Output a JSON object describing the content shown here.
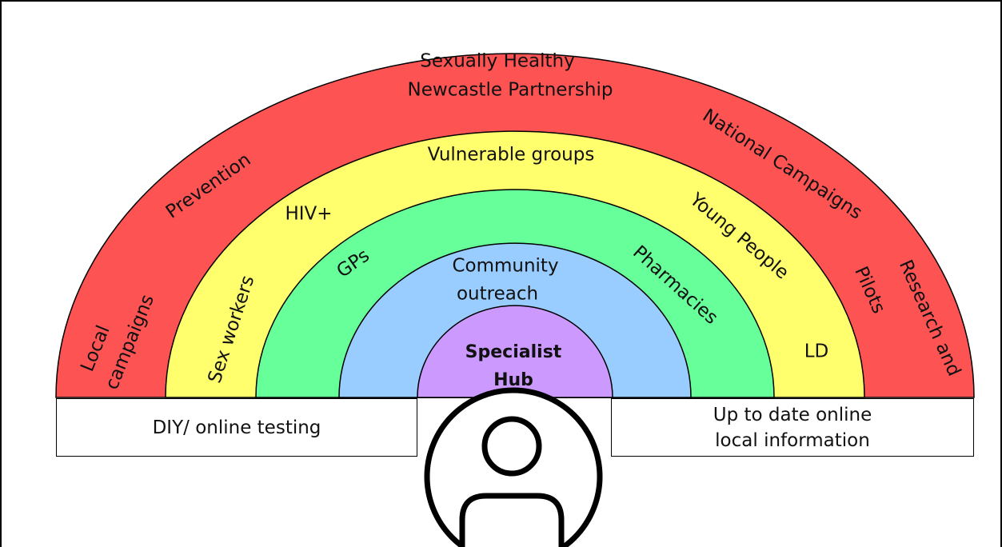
{
  "colors": {
    "outer_band": "#fd5353",
    "second_band": "#ffff6e",
    "third_band": "#66ff9a",
    "fourth_band": "#99ccff",
    "center": "#cc99ff",
    "outline": "#000000"
  },
  "rings": {
    "outer": {
      "title_line1": "Sexually Healthy",
      "title_line2": "Newcastle Partnership",
      "prevention": "Prevention",
      "national": "National Campaigns",
      "local_line1": "Local",
      "local_line2": "campaigns",
      "research_line1": "Research and",
      "research_line2": "Pilots"
    },
    "second": {
      "vulnerable": "Vulnerable groups",
      "hiv": "HIV+",
      "sex_workers": "Sex workers",
      "young_people": "Young People",
      "ld": "LD"
    },
    "third": {
      "gps": "GPs",
      "pharmacies": "Pharmacies"
    },
    "fourth": {
      "line1": "Community",
      "line2": "outreach"
    },
    "center": {
      "line1": "Specialist",
      "line2": "Hub"
    }
  },
  "boxes": {
    "left": "DIY/ online testing",
    "right_line1": "Up to date online",
    "right_line2": "local information"
  },
  "icons": {
    "person": "person-icon"
  }
}
